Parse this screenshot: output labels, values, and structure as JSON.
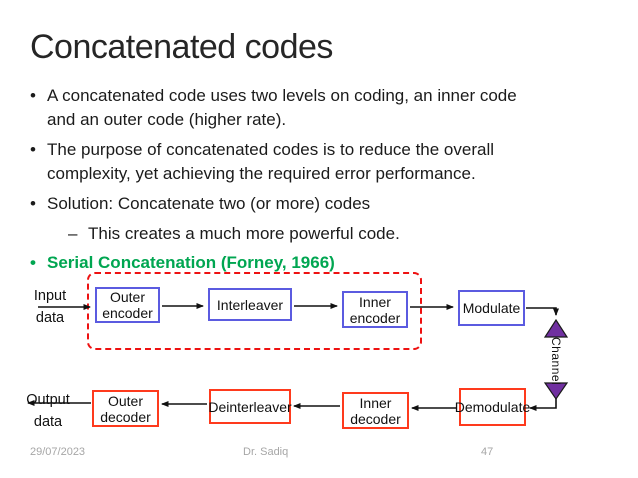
{
  "slide": {
    "title": "Concatenated codes",
    "bullets": [
      {
        "marker": "•",
        "text": "A concatenated code uses two levels on coding, an inner code\nand an outer code (higher rate)."
      },
      {
        "marker": "•",
        "text": "The purpose of concatenated codes is to reduce the overall\ncomplexity, yet achieving the required error performance."
      },
      {
        "marker": "•",
        "text": "Solution: Concatenate two (or more) codes"
      },
      {
        "marker": "–",
        "text": "This creates a much more powerful code."
      },
      {
        "marker": "•",
        "text": "Serial Concatenation (Forney, 1966)"
      }
    ],
    "footer": {
      "date": "29/07/2023",
      "author": "Dr. Sadiq",
      "page": "47"
    }
  },
  "diagram": {
    "input_label": "Input\ndata",
    "output_label": "Output\ndata",
    "top_boxes": [
      "Outer\nencoder",
      "Interleaver",
      "Inner\nencoder",
      "Modulate"
    ],
    "bottom_boxes": [
      "Outer\ndecoder",
      "Deinterleaver",
      "Inner\ndecoder",
      "Demodulate"
    ],
    "channel_label": "Channel"
  },
  "colors": {
    "encoder_border": "#5b5be0",
    "decoder_border": "#fe3a1d",
    "outline_red": "#ee1111",
    "channel_purple": "#7030a0",
    "green": "#00a651",
    "footer_gray": "#a6a6a6",
    "text_dark": "#1b1b1b",
    "title_color": "#262626"
  }
}
